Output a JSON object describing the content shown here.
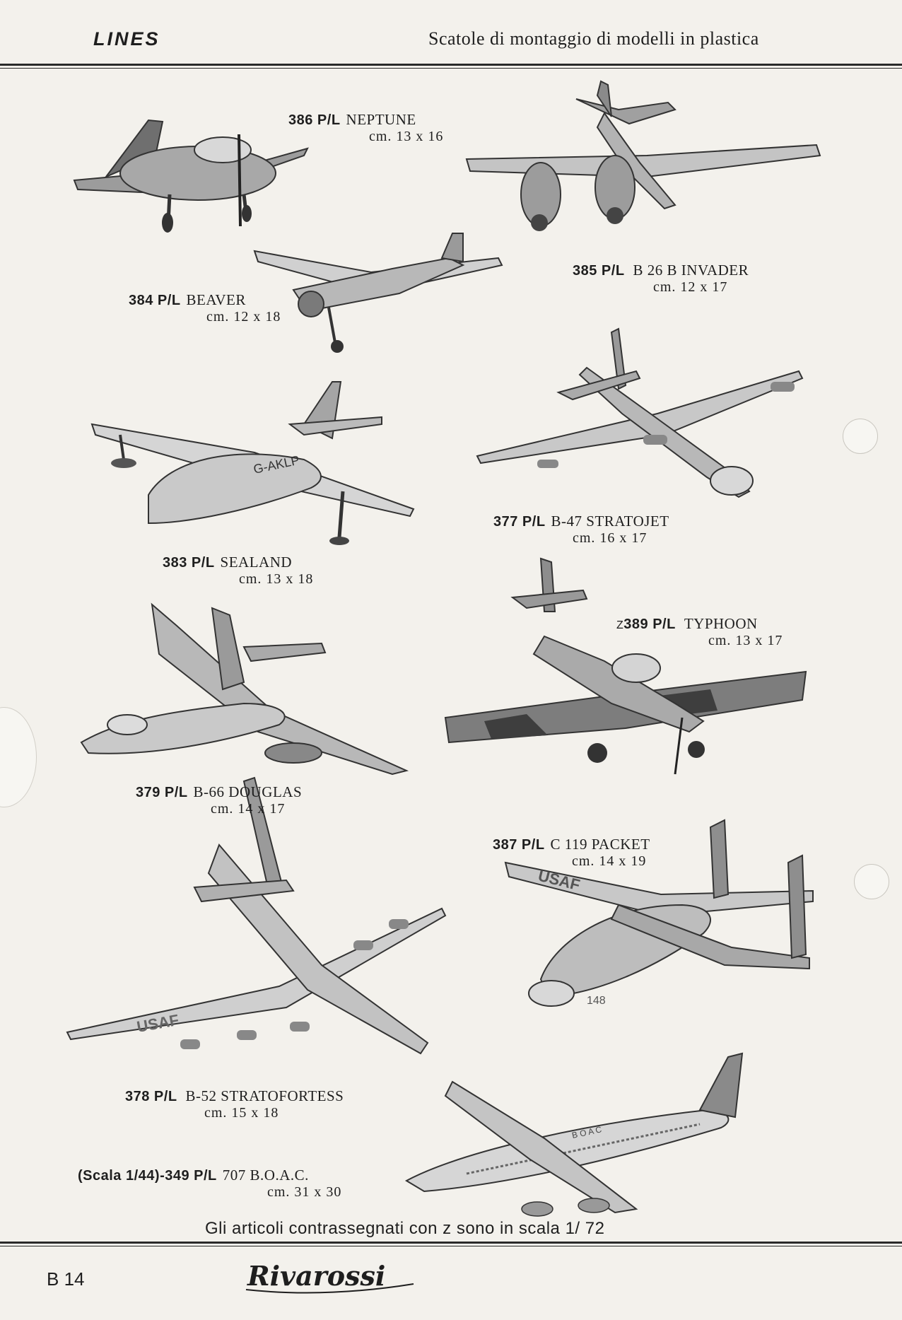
{
  "header": {
    "brand": "LINES",
    "subtitle": "Scatole di montaggio di modelli in plastica"
  },
  "items": [
    {
      "code": "386 P/L",
      "name": "NEPTUNE",
      "size": "cm. 13 x 16"
    },
    {
      "code": "385 P/L",
      "name": "B 26 B INVADER",
      "size": "cm. 12 x 17"
    },
    {
      "code": "384 P/L",
      "name": "BEAVER",
      "size": "cm. 12 x 18"
    },
    {
      "code": "377 P/L",
      "name": "B-47 STRATOJET",
      "size": "cm. 16 x 17"
    },
    {
      "code": "383 P/L",
      "name": "SEALAND",
      "size": "cm. 13 x 18"
    },
    {
      "code": "389 P/L",
      "prefix": "Z",
      "name": "TYPHOON",
      "size": "cm. 13 x 17"
    },
    {
      "code": "379 P/L",
      "name": "B-66 DOUGLAS",
      "size": "cm. 14 x 17"
    },
    {
      "code": "387 P/L",
      "name": "C 119 PACKET",
      "size": "cm. 14 x 19"
    },
    {
      "code": "378 P/L",
      "name": "B-52 STRATOFORTESS",
      "size": "cm. 15 x 18"
    },
    {
      "code": "(Scala 1/44)-349 P/L",
      "name": "707 B.O.A.C.",
      "size": "cm. 31 x 30"
    }
  ],
  "markings": {
    "sealand": "G-AKLP",
    "usaf": "USAF",
    "boac": "B O A C",
    "packet": "148"
  },
  "footnote": "Gli articoli contrassegnati  con  z  sono in scala 1/ 72",
  "footer": {
    "page": "B 14",
    "logo": "Rivarossi"
  },
  "colors": {
    "paper": "#f3f1ec",
    "ink": "#1e1e1e"
  }
}
